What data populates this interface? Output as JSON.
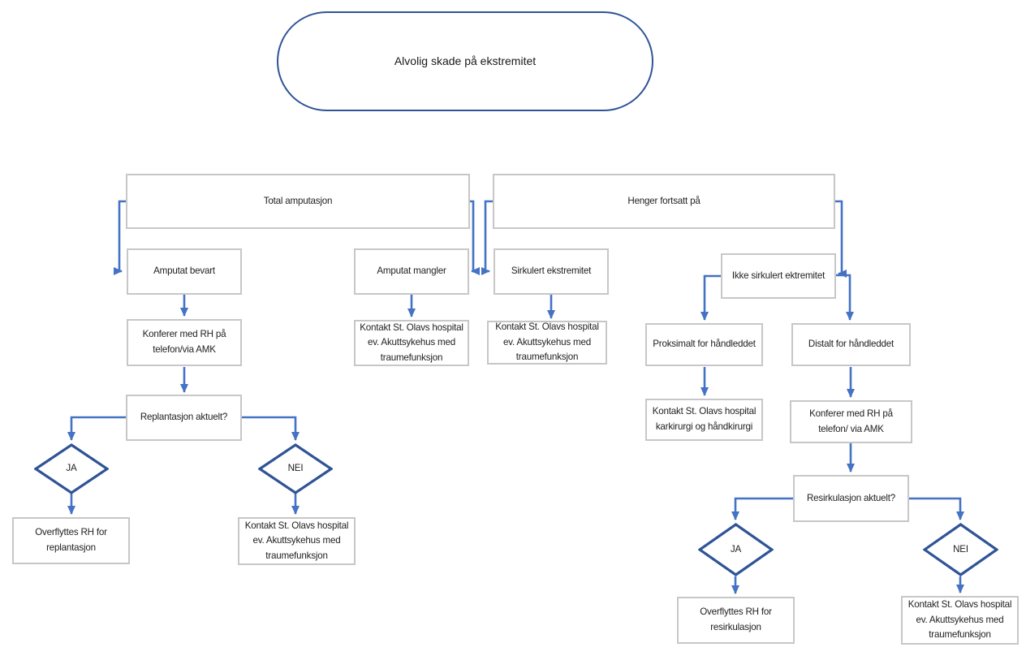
{
  "diagram": {
    "kind": "flowchart",
    "language": "Norwegian",
    "colors": {
      "connector_blue": "#4472C4",
      "outline_dark_blue": "#2F5496",
      "box_border_gray": "#C7C7C7",
      "background": "#FFFFFF",
      "text": "#212121"
    },
    "nodes": {
      "start": "Alvolig skade på ekstremitet",
      "total_amputasjon": "Total amputasjon",
      "henger_fortsatt_pa": "Henger fortsatt på",
      "amputat_bevart": "Amputat bevart",
      "amputat_mangler": "Amputat mangler",
      "sirkulert_ekstremitet": "Sirkulert ekstremitet",
      "ikke_sirkulert_ektremitet": "Ikke sirkulert ektremitet",
      "konferer_rh_left": [
        "Konferer med RH på",
        "telefon/via AMK"
      ],
      "kontakt_st_olavs_mangler": [
        "Kontakt St. Olavs hospital",
        "ev. Akuttsykehus med",
        "traumefunksjon"
      ],
      "kontakt_st_olavs_sirkulert": [
        "Kontakt St. Olavs hospital",
        "ev. Akuttsykehus med",
        "traumefunksjon"
      ],
      "proksimalt_handleddet": "Proksimalt for håndleddet",
      "distalt_handleddet": "Distalt for håndleddet",
      "replantasjon_aktuelt": "Replantasjon aktuelt?",
      "kontakt_karkirurgi": [
        "Kontakt St. Olavs hospital",
        "karkirurgi og håndkirurgi"
      ],
      "konferer_rh_right": [
        "Konferer med RH på",
        "telefon/ via AMK"
      ],
      "resirkulasjon_aktuelt": "Resirkulasjon aktuelt?",
      "ja_left": "JA",
      "nei_left": "NEI",
      "ja_right": "JA",
      "nei_right": "NEI",
      "overflyttes_replantasjon": [
        "Overflyttes RH for",
        "replantasjon"
      ],
      "kontakt_st_olavs_nei_left": [
        "Kontakt St. Olavs hospital",
        "ev. Akuttsykehus med",
        "traumefunksjon"
      ],
      "overflyttes_resirkulasjon": [
        "Overflyttes RH for",
        "resirkulasjon"
      ],
      "kontakt_st_olavs_nei_right": [
        "Kontakt St. Olavs hospital",
        "ev. Akuttsykehus med",
        "traumefunksjon"
      ]
    },
    "edges": [
      {
        "from": "total_amputasjon",
        "to": "amputat_bevart"
      },
      {
        "from": "total_amputasjon",
        "to": "amputat_mangler"
      },
      {
        "from": "henger_fortsatt_pa",
        "to": "sirkulert_ekstremitet"
      },
      {
        "from": "henger_fortsatt_pa",
        "to": "ikke_sirkulert_ektremitet"
      },
      {
        "from": "amputat_bevart",
        "to": "konferer_rh_left"
      },
      {
        "from": "amputat_mangler",
        "to": "kontakt_st_olavs_mangler"
      },
      {
        "from": "sirkulert_ekstremitet",
        "to": "kontakt_st_olavs_sirkulert"
      },
      {
        "from": "ikke_sirkulert_ektremitet",
        "to": "proksimalt_handleddet"
      },
      {
        "from": "ikke_sirkulert_ektremitet",
        "to": "distalt_handleddet"
      },
      {
        "from": "konferer_rh_left",
        "to": "replantasjon_aktuelt"
      },
      {
        "from": "replantasjon_aktuelt",
        "to": "ja_left"
      },
      {
        "from": "replantasjon_aktuelt",
        "to": "nei_left"
      },
      {
        "from": "ja_left",
        "to": "overflyttes_replantasjon"
      },
      {
        "from": "nei_left",
        "to": "kontakt_st_olavs_nei_left"
      },
      {
        "from": "proksimalt_handleddet",
        "to": "kontakt_karkirurgi"
      },
      {
        "from": "distalt_handleddet",
        "to": "konferer_rh_right"
      },
      {
        "from": "konferer_rh_right",
        "to": "resirkulasjon_aktuelt"
      },
      {
        "from": "resirkulasjon_aktuelt",
        "to": "ja_right"
      },
      {
        "from": "resirkulasjon_aktuelt",
        "to": "nei_right"
      },
      {
        "from": "ja_right",
        "to": "overflyttes_resirkulasjon"
      },
      {
        "from": "nei_right",
        "to": "kontakt_st_olavs_nei_right"
      }
    ]
  }
}
